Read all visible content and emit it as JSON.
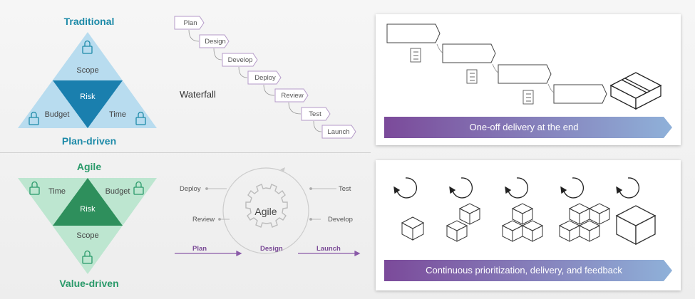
{
  "traditional": {
    "title": "Traditional",
    "footer": "Plan-driven",
    "scope": "Scope",
    "risk": "Risk",
    "budget": "Budget",
    "time": "Time"
  },
  "agile_triangle": {
    "title": "Agile",
    "footer": "Value-driven",
    "time": "Time",
    "budget": "Budget",
    "risk": "Risk",
    "scope": "Scope"
  },
  "waterfall": {
    "label": "Waterfall",
    "steps": [
      "Plan",
      "Design",
      "Develop",
      "Deploy",
      "Review",
      "Test",
      "Launch"
    ]
  },
  "agile_cycle": {
    "center": "Agile",
    "deploy": "Deploy",
    "review": "Review",
    "test": "Test",
    "develop": "Develop",
    "plan": "Plan",
    "design": "Design",
    "launch": "Launch"
  },
  "panel_top": {
    "banner": "One-off delivery at the end"
  },
  "panel_bottom": {
    "banner": "Continuous prioritization, delivery, and feedback"
  },
  "colors": {
    "blue_dark": "#1a7fae",
    "blue_light": "#b8dcef",
    "green_dark": "#2e8f5c",
    "green_light": "#bde6d0",
    "banner_from": "#7b4a9a",
    "banner_to": "#8fb1d9"
  }
}
